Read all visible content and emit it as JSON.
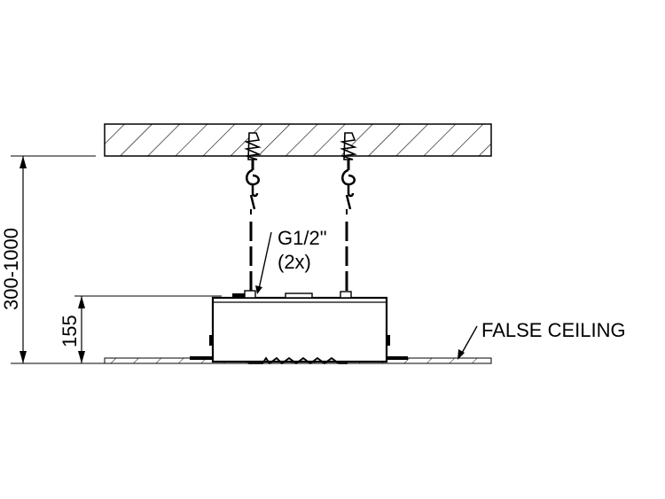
{
  "dimensions": {
    "total_height": "300-1000",
    "box_height": "155"
  },
  "labels": {
    "connection_size": "G1/2\"",
    "connection_count": "(2x)",
    "false_ceiling": "FALSE CEILING"
  },
  "colors": {
    "line": "#000000",
    "background": "#ffffff"
  }
}
